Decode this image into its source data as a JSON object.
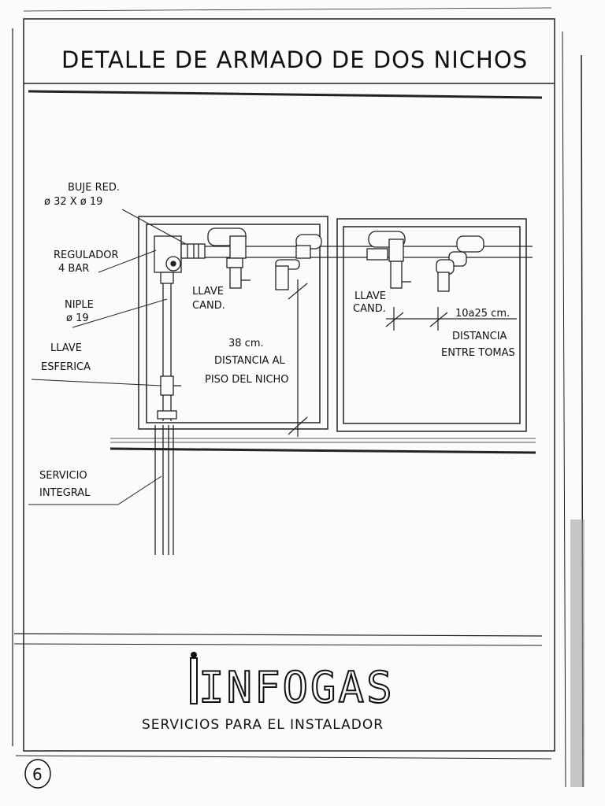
{
  "title": "DETALLE DE ARMADO DE DOS NICHOS",
  "labels": {
    "buje_1": "BUJE RED.",
    "buje_2": "ø 32 X ø 19",
    "regulador_1": "REGULADOR",
    "regulador_2": "4 BAR",
    "niple_1": "NIPLE",
    "niple_2": "ø 19",
    "llave_esferica_1": "LLAVE",
    "llave_esferica_2": "ESFERICA",
    "servicio_1": "SERVICIO",
    "servicio_2": "INTEGRAL",
    "llave_cand_left_1": "LLAVE",
    "llave_cand_left_2": "CAND.",
    "dist_piso_1": "38 cm.",
    "dist_piso_2": "DISTANCIA AL",
    "dist_piso_3": "PISO DEL NICHO",
    "llave_cand_right_1": "LLAVE",
    "llave_cand_right_2": "CAND.",
    "dist_tomas_1": "10a25 cm.",
    "dist_tomas_2": "DISTANCIA",
    "dist_tomas_3": "ENTRE TOMAS"
  },
  "footer": {
    "logo_text": "INFOGAS",
    "tagline": "SERVICIOS PARA EL INSTALADOR"
  },
  "page_number": "6"
}
